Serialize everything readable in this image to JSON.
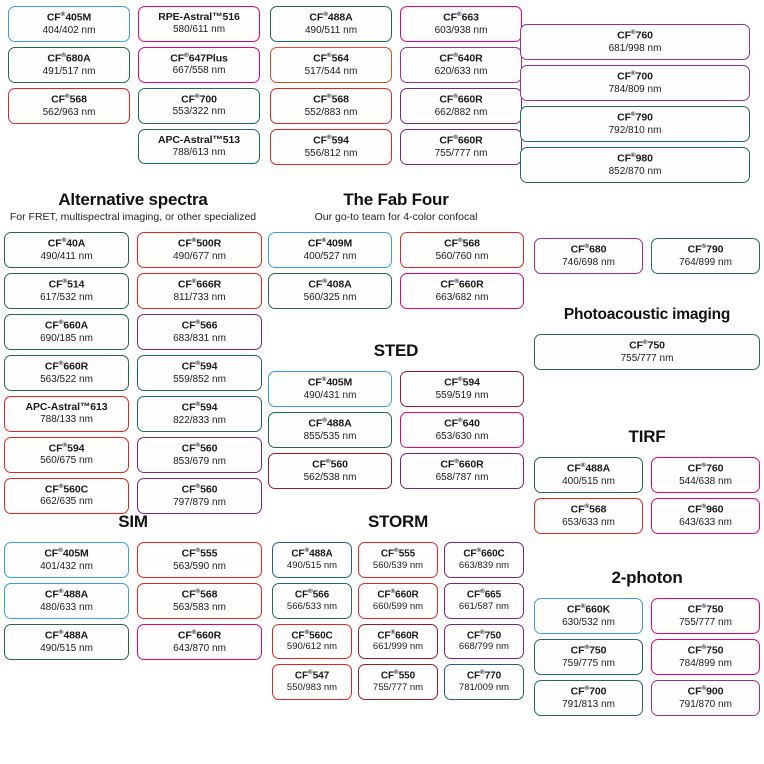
{
  "superscript": "®",
  "units": "nm",
  "sections": [
    {
      "id": "top-left",
      "title": "",
      "subtitle": "",
      "columns": [
        [
          {
            "name": "CF405M",
            "sup": "®",
            "value": "404/402 nm",
            "color": "c-blue"
          },
          {
            "name": "CF680A",
            "sup": "®",
            "value": "491/517 nm",
            "color": "c-green"
          },
          {
            "name": "CF568",
            "sup": "®",
            "value": "562/963 nm",
            "color": "c-red"
          }
        ],
        [
          {
            "name": "RPE-Astral™516",
            "sup": "",
            "value": "580/611 nm",
            "color": "c-magenta"
          },
          {
            "name": "CF647Plus",
            "sup": "®",
            "value": "667/558 nm",
            "color": "c-magenta"
          },
          {
            "name": "CF700",
            "sup": "®",
            "value": "553/322 nm",
            "color": "c-teal"
          },
          {
            "name": "APC-Astral™513",
            "sup": "",
            "value": "788/613 nm",
            "color": "c-teal"
          }
        ]
      ]
    },
    {
      "id": "top-mid",
      "title": "",
      "subtitle": "",
      "columns": [
        [
          {
            "name": "CF488A",
            "sup": "®",
            "value": "490/511 nm",
            "color": "c-green"
          },
          {
            "name": "CF564",
            "sup": "®",
            "value": "517/544 nm",
            "color": "c-orange"
          },
          {
            "name": "CF568",
            "sup": "®",
            "value": "552/883 nm",
            "color": "c-red"
          },
          {
            "name": "CF594",
            "sup": "®",
            "value": "556/812 nm",
            "color": "c-red"
          }
        ],
        [
          {
            "name": "CF663",
            "sup": "®",
            "value": "603/938 nm",
            "color": "c-magenta"
          },
          {
            "name": "CF640R",
            "sup": "®",
            "value": "620/633 nm",
            "color": "c-violet"
          },
          {
            "name": "CF660R",
            "sup": "®",
            "value": "662/882 nm",
            "color": "c-purple"
          },
          {
            "name": "CF660R",
            "sup": "®",
            "value": "755/777 nm",
            "color": "c-purple"
          }
        ]
      ]
    },
    {
      "id": "top-right",
      "title": "",
      "subtitle": "",
      "columns": [
        [
          {
            "name": "CF760",
            "sup": "®",
            "value": "681/998 nm",
            "color": "c-violet"
          },
          {
            "name": "CF700",
            "sup": "®",
            "value": "784/809 nm",
            "color": "c-violet"
          },
          {
            "name": "CF790",
            "sup": "®",
            "value": "792/810 nm",
            "color": "c-teal"
          },
          {
            "name": "CF980",
            "sup": "®",
            "value": "852/870 nm",
            "color": "c-teal"
          }
        ]
      ]
    },
    {
      "id": "alt",
      "title": "Alternative spectra",
      "subtitle": "For FRET, multispectral imaging, or other specialized",
      "columns": [
        [
          {
            "name": "CF40A",
            "sup": "®",
            "value": "490/411 nm",
            "color": "c-green"
          },
          {
            "name": "CF514",
            "sup": "®",
            "value": "617/532 nm",
            "color": "c-green"
          },
          {
            "name": "CF660A",
            "sup": "®",
            "value": "690/185 nm",
            "color": "c-green"
          },
          {
            "name": "CF660R",
            "sup": "®",
            "value": "563/522 nm",
            "color": "c-green"
          },
          {
            "name": "APC-Astral™613",
            "sup": "",
            "value": "788/133 nm",
            "color": "c-red"
          },
          {
            "name": "CF594",
            "sup": "®",
            "value": "560/675 nm",
            "color": "c-red"
          },
          {
            "name": "CF560C",
            "sup": "®",
            "value": "662/635 nm",
            "color": "c-red"
          }
        ],
        [
          {
            "name": "CF500R",
            "sup": "®",
            "value": "490/677 nm",
            "color": "c-red"
          },
          {
            "name": "CF666R",
            "sup": "®",
            "value": "811/733 nm",
            "color": "c-red"
          },
          {
            "name": "CF566",
            "sup": "®",
            "value": "683/831 nm",
            "color": "c-purple"
          },
          {
            "name": "CF594",
            "sup": "®",
            "value": "559/852 nm",
            "color": "c-teal"
          },
          {
            "name": "CF594",
            "sup": "®",
            "value": "822/833 nm",
            "color": "c-teal"
          },
          {
            "name": "CF560",
            "sup": "®",
            "value": "853/679 nm",
            "color": "c-purple"
          },
          {
            "name": "CF560",
            "sup": "®",
            "value": "797/879 nm",
            "color": "c-purple"
          }
        ]
      ]
    },
    {
      "id": "fab",
      "title": "The Fab Four",
      "subtitle": "Our go-to team for 4-color confocal",
      "columns": [
        [
          {
            "name": "CF409M",
            "sup": "®",
            "value": "400/527 nm",
            "color": "c-blue"
          },
          {
            "name": "CF408A",
            "sup": "®",
            "value": "560/325 nm",
            "color": "c-green"
          }
        ],
        [
          {
            "name": "CF568",
            "sup": "®",
            "value": "560/760 nm",
            "color": "c-red"
          },
          {
            "name": "CF660R",
            "sup": "®",
            "value": "663/682 nm",
            "color": "c-magenta"
          }
        ]
      ]
    },
    {
      "id": "sted",
      "title": "STED",
      "subtitle": "",
      "columns": [
        [
          {
            "name": "CF405M",
            "sup": "®",
            "value": "490/431 nm",
            "color": "c-blue"
          },
          {
            "name": "CF488A",
            "sup": "®",
            "value": "855/535 nm",
            "color": "c-green"
          },
          {
            "name": "CF560",
            "sup": "®",
            "value": "562/538 nm",
            "color": "c-darkred"
          }
        ],
        [
          {
            "name": "CF594",
            "sup": "®",
            "value": "559/519 nm",
            "color": "c-darkred"
          },
          {
            "name": "CF640",
            "sup": "®",
            "value": "653/630 nm",
            "color": "c-magenta"
          },
          {
            "name": "CF660R",
            "sup": "®",
            "value": "658/787 nm",
            "color": "c-purple"
          }
        ]
      ]
    },
    {
      "id": "sim",
      "title": "SIM",
      "subtitle": "",
      "columns": [
        [
          {
            "name": "CF405M",
            "sup": "®",
            "value": "401/432 nm",
            "color": "c-blue"
          },
          {
            "name": "CF488A",
            "sup": "®",
            "value": "480/633 nm",
            "color": "c-blue"
          },
          {
            "name": "CF488A",
            "sup": "®",
            "value": "490/515 nm",
            "color": "c-green"
          }
        ],
        [
          {
            "name": "CF555",
            "sup": "®",
            "value": "563/590 nm",
            "color": "c-red"
          },
          {
            "name": "CF568",
            "sup": "®",
            "value": "563/583 nm",
            "color": "c-red"
          },
          {
            "name": "CF660R",
            "sup": "®",
            "value": "643/870 nm",
            "color": "c-magenta"
          }
        ]
      ]
    },
    {
      "id": "storm",
      "title": "STORM",
      "subtitle": "",
      "columns": [
        [
          {
            "name": "CF488A",
            "sup": "®",
            "value": "490/515 nm",
            "color": "c-teal"
          },
          {
            "name": "CF566",
            "sup": "®",
            "value": "566/533 nm",
            "color": "c-teal"
          },
          {
            "name": "CF560C",
            "sup": "®",
            "value": "590/612 nm",
            "color": "c-red"
          },
          {
            "name": "CF547",
            "sup": "®",
            "value": "550/983 nm",
            "color": "c-red"
          }
        ],
        [
          {
            "name": "CF555",
            "sup": "®",
            "value": "560/539 nm",
            "color": "c-red"
          },
          {
            "name": "CF660R",
            "sup": "®",
            "value": "660/599 nm",
            "color": "c-red"
          },
          {
            "name": "CF660R",
            "sup": "®",
            "value": "661/999 nm",
            "color": "c-darkred"
          },
          {
            "name": "CF550",
            "sup": "®",
            "value": "755/777 nm",
            "color": "c-darkred"
          }
        ],
        [
          {
            "name": "CF660C",
            "sup": "®",
            "value": "663/839 nm",
            "color": "c-purple"
          },
          {
            "name": "CF665",
            "sup": "®",
            "value": "661/587 nm",
            "color": "c-purple"
          },
          {
            "name": "CF750",
            "sup": "®",
            "value": "668/799 nm",
            "color": "c-purple"
          },
          {
            "name": "CF770",
            "sup": "®",
            "value": "781/009 nm",
            "color": "c-teal"
          }
        ]
      ]
    },
    {
      "id": "pa-top",
      "title": "",
      "subtitle": "",
      "columns": [
        [
          {
            "name": "CF680",
            "sup": "®",
            "value": "746/698 nm",
            "color": "c-violet"
          }
        ],
        [
          {
            "name": "CF790",
            "sup": "®",
            "value": "764/899 nm",
            "color": "c-teal"
          }
        ]
      ]
    },
    {
      "id": "pa",
      "title": "Photoacoustic imaging",
      "subtitle": "",
      "columns": [
        [
          {
            "name": "CF750",
            "sup": "®",
            "value": "755/777 nm",
            "color": "c-teal"
          }
        ]
      ]
    },
    {
      "id": "tirf",
      "title": "TIRF",
      "subtitle": "",
      "columns": [
        [
          {
            "name": "CF488A",
            "sup": "®",
            "value": "400/515 nm",
            "color": "c-green"
          },
          {
            "name": "CF568",
            "sup": "®",
            "value": "653/633 nm",
            "color": "c-red"
          }
        ],
        [
          {
            "name": "CF760",
            "sup": "®",
            "value": "544/638 nm",
            "color": "c-magenta"
          },
          {
            "name": "CF960",
            "sup": "®",
            "value": "643/633 nm",
            "color": "c-magenta"
          }
        ]
      ]
    },
    {
      "id": "2p",
      "title": "2-photon",
      "subtitle": "",
      "columns": [
        [
          {
            "name": "CF660K",
            "sup": "®",
            "value": "630/532 nm",
            "color": "c-blue"
          },
          {
            "name": "CF750",
            "sup": "®",
            "value": "759/775 nm",
            "color": "c-teal"
          },
          {
            "name": "CF700",
            "sup": "®",
            "value": "791/813 nm",
            "color": "c-teal"
          }
        ],
        [
          {
            "name": "CF750",
            "sup": "®",
            "value": "755/777 nm",
            "color": "c-magenta"
          },
          {
            "name": "CF750",
            "sup": "®",
            "value": "784/899 nm",
            "color": "c-magenta"
          },
          {
            "name": "CF900",
            "sup": "®",
            "value": "791/870 nm",
            "color": "c-violet"
          }
        ]
      ]
    }
  ]
}
